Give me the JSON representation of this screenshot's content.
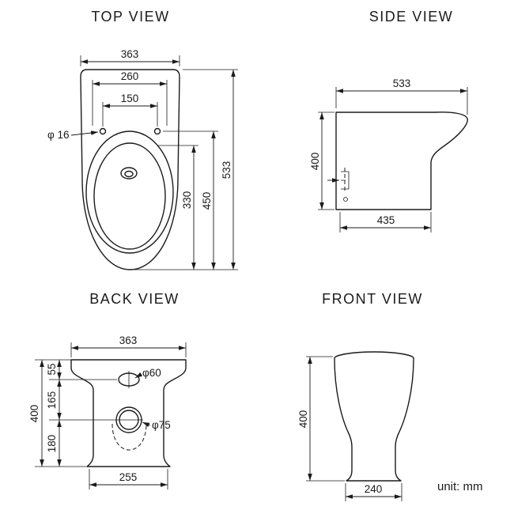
{
  "page": {
    "unit_label": "unit: mm",
    "line_color": "#1b1b1b",
    "background": "#ffffff"
  },
  "views": {
    "top": {
      "title": "TOP VIEW",
      "dims": {
        "overall_width": "363",
        "seat_width": "260",
        "hinge_spacing": "150",
        "hinge_hole_dia": "φ 16",
        "overall_depth": "533",
        "hinge_to_front": "450",
        "bowl_depth": "330"
      }
    },
    "side": {
      "title": "SIDE VIEW",
      "dims": {
        "overall_depth": "533",
        "height": "400",
        "base_depth": "435"
      }
    },
    "back": {
      "title": "BACK VIEW",
      "dims": {
        "overall_width": "363",
        "top_to_inlet": "55",
        "inlet_to_outlet": "165",
        "outlet_to_floor": "180",
        "height": "400",
        "inlet_dia": "φ60",
        "outlet_dia": "φ75",
        "base_width": "255"
      }
    },
    "front": {
      "title": "FRONT VIEW",
      "dims": {
        "height": "400",
        "base_width": "240"
      }
    }
  }
}
